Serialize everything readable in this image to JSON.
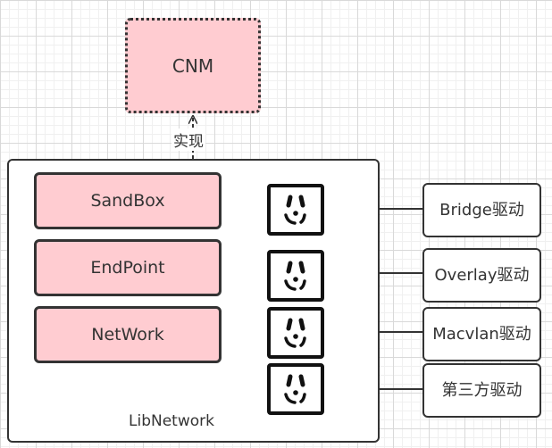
{
  "cnm": {
    "label": "CNM"
  },
  "implements_label": "实现",
  "libnetwork": {
    "label": "LibNetwork"
  },
  "components": [
    {
      "label": "SandBox"
    },
    {
      "label": "EndPoint"
    },
    {
      "label": "NetWork"
    }
  ],
  "drivers": [
    {
      "label": "Bridge驱动"
    },
    {
      "label": "Overlay驱动"
    },
    {
      "label": "Macvlan驱动"
    },
    {
      "label": "第三方驱动"
    }
  ],
  "sockets": [
    {
      "icon": "power-socket-icon"
    },
    {
      "icon": "power-socket-icon"
    },
    {
      "icon": "power-socket-icon"
    },
    {
      "icon": "power-socket-icon"
    }
  ],
  "colors": {
    "component_fill": "#ffccd1",
    "border": "#333333",
    "grid": "#d9d9d9"
  }
}
